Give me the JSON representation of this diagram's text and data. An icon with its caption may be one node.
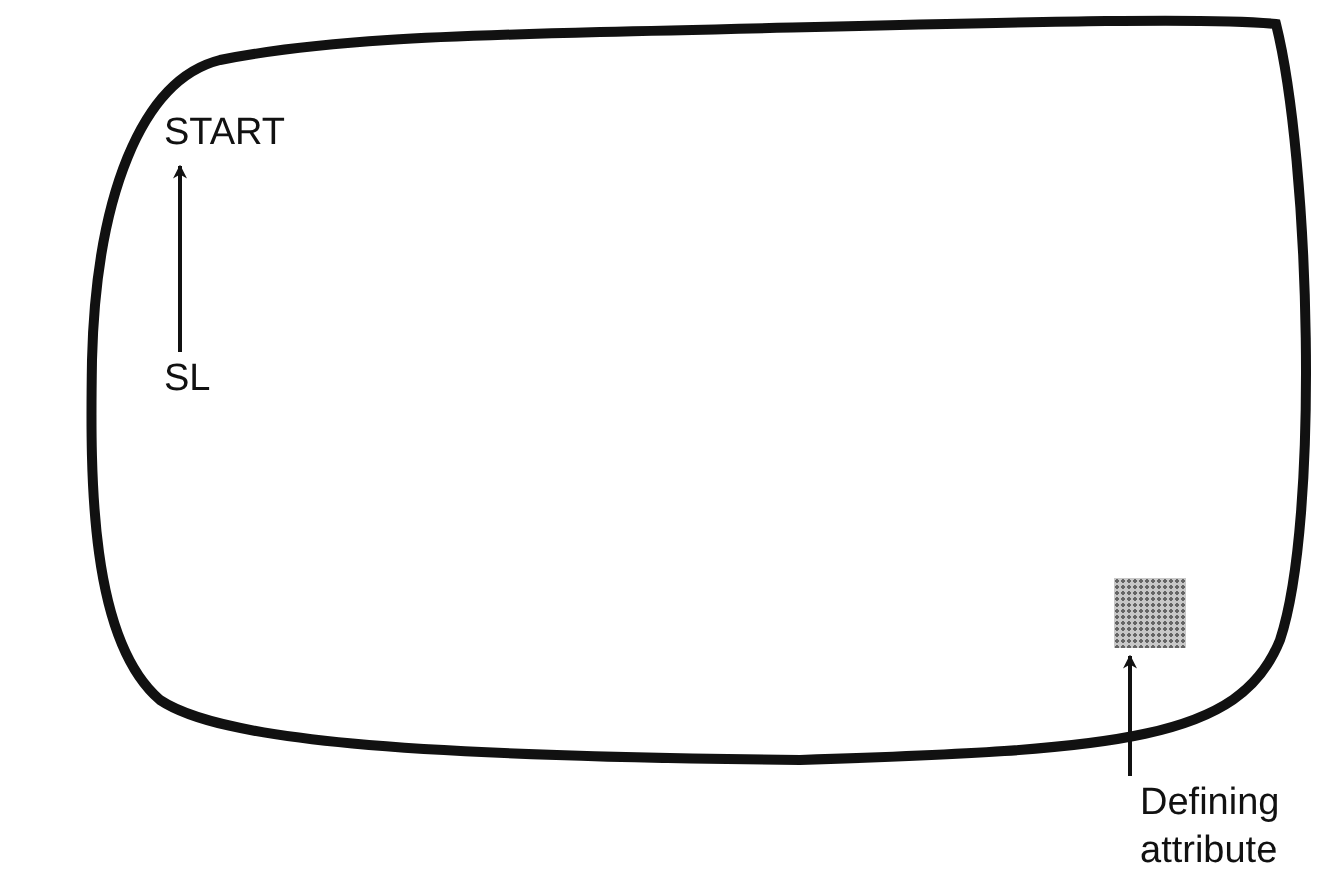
{
  "diagram": {
    "nodes": [
      {
        "text": [],
        "shape": "box"
      },
      {
        "text": [
          "START"
        ],
        "in": 0
      },
      {
        "text": [
          "SL"
        ],
        "in": 0
      },
      {
        "text": [],
        "shape": "box",
        "in": 0
      },
      {
        "text": [
          "Defining attribute"
        ]
      }
    ],
    "edges": [
      {
        "from": 2,
        "to": 1,
        "arrow": "to"
      },
      {
        "from": 4,
        "to": 3,
        "arrow": "to"
      }
    ]
  }
}
